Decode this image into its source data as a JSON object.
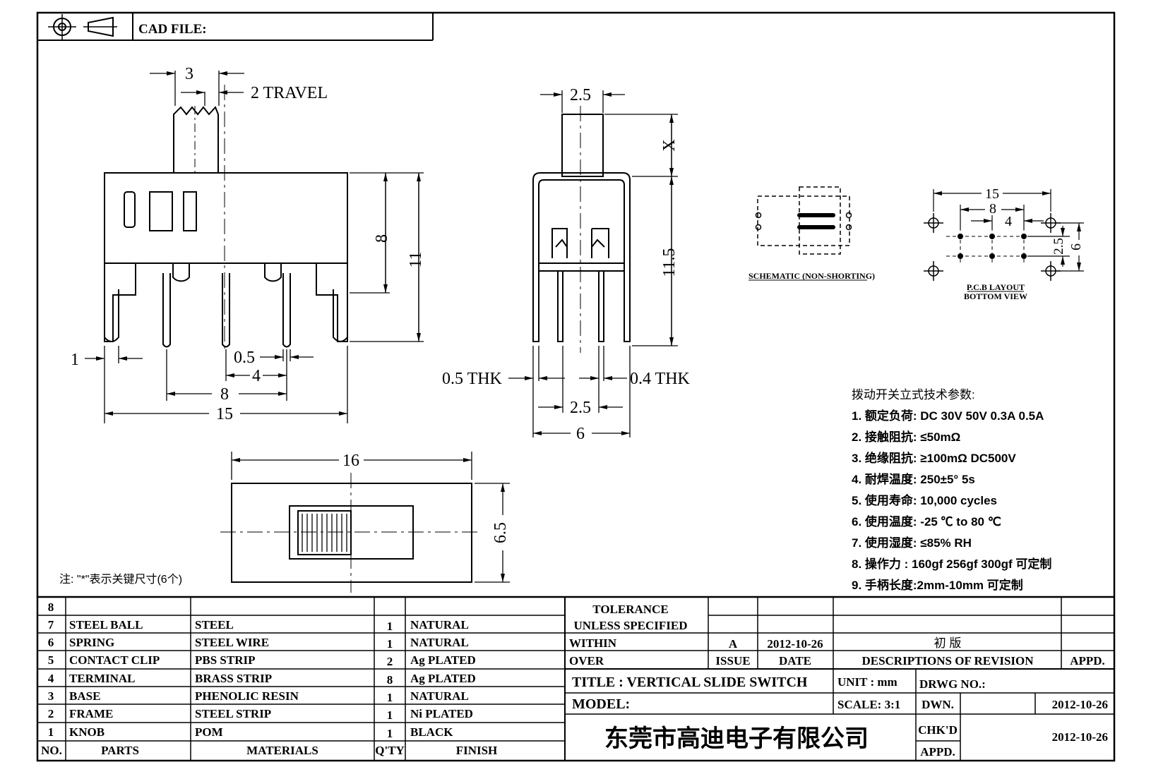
{
  "header": {
    "cad_file_label": "CAD FILE:"
  },
  "dimensions": {
    "top_3": "3",
    "travel": "2  TRAVEL",
    "h8": "8",
    "h11": "11",
    "d1": "1",
    "d05": "0.5",
    "d4": "4",
    "d8": "8",
    "d15": "15",
    "side_25_top": "2.5",
    "side_x": "X",
    "side_115": "11.5",
    "thk05": "0.5  THK",
    "thk04": "0.4  THK",
    "side_25_bot": "2.5",
    "side_6": "6",
    "top16": "16",
    "top65": "6.5",
    "pcb15": "15",
    "pcb8": "8",
    "pcb4": "4",
    "pcb25": "2.5",
    "pcb6": "6"
  },
  "labels": {
    "schematic": "SCHEMATIC (NON-SHORTING)",
    "pcb_layout": "P.C.B LAYOUT",
    "bottom_view": "BOTTOM VIEW",
    "note": "注: \"*\"表示关键尺寸(6个)"
  },
  "specs": {
    "heading": "拨动开关立式技术参数:",
    "items": [
      "1.  额定负荷: DC 30V    50V    0.3A    0.5A",
      "2.  接触阻抗:  ≤50mΩ",
      "3.  绝缘阻抗:  ≥100mΩ   DC500V",
      "4.  耐焊温度: 250±5°  5s",
      "5.  使用寿命: 10,000 cycles",
      "6.  使用温度: -25  ℃  to 80  ℃",
      "7.  使用湿度:  ≤85% RH",
      "8.  操作力 : 160gf    256gf    300gf  可定制",
      "9.  手柄长度:2mm-10mm   可定制"
    ]
  },
  "parts_table": {
    "rows": [
      {
        "no": "8",
        "part": "",
        "material": "",
        "qty": "",
        "finish": ""
      },
      {
        "no": "7",
        "part": "STEEL BALL",
        "material": "STEEL",
        "qty": "1",
        "finish": "NATURAL"
      },
      {
        "no": "6",
        "part": "SPRING",
        "material": "STEEL WIRE",
        "qty": "1",
        "finish": "NATURAL"
      },
      {
        "no": "5",
        "part": "CONTACT CLIP",
        "material": "PBS STRIP",
        "qty": "2",
        "finish": "Ag PLATED"
      },
      {
        "no": "4",
        "part": "TERMINAL",
        "material": "BRASS STRIP",
        "qty": "8",
        "finish": "Ag PLATED"
      },
      {
        "no": "3",
        "part": "BASE",
        "material": "PHENOLIC RESIN",
        "qty": "1",
        "finish": "NATURAL"
      },
      {
        "no": "2",
        "part": "FRAME",
        "material": "STEEL STRIP",
        "qty": "1",
        "finish": "Ni PLATED"
      },
      {
        "no": "1",
        "part": "KNOB",
        "material": "POM",
        "qty": "1",
        "finish": "BLACK"
      }
    ],
    "headers": {
      "no": "NO.",
      "part": "PARTS",
      "material": "MATERIALS",
      "qty": "Q'TY",
      "finish": "FINISH"
    }
  },
  "title_block": {
    "tolerance": "TOLERANCE",
    "unless": "UNLESS   SPECIFIED",
    "within": "WITHIN",
    "over": "OVER",
    "issue_val": "A",
    "date_val": "2012-10-26",
    "revision_val": "初  版",
    "issue": "ISSUE",
    "date": "DATE",
    "descriptions": "DESCRIPTIONS  OF  REVISION",
    "appd": "APPD.",
    "title": "TITLE :   VERTICAL  SLIDE  SWITCH",
    "unit": "UNIT :   mm",
    "drwg_no": "DRWG NO.:",
    "model": "MODEL:",
    "scale": "SCALE:   3:1",
    "dwn": "DWN.",
    "dwn_date": "2012-10-26",
    "chkd": "CHK'D",
    "chk_date": "2012-10-26",
    "appd2": "APPD.",
    "company": "东莞市高迪电子有限公司"
  }
}
